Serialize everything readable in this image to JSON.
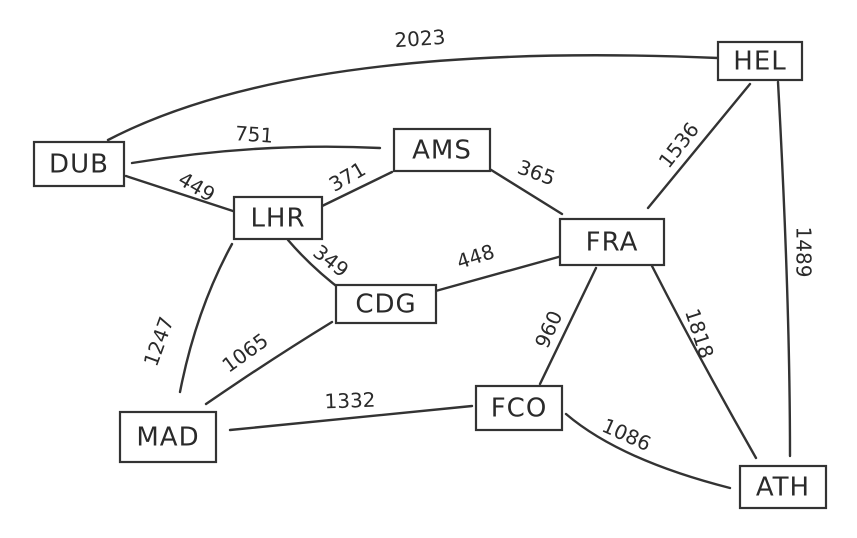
{
  "nodes": [
    {
      "id": "HEL",
      "label": "HEL"
    },
    {
      "id": "DUB",
      "label": "DUB"
    },
    {
      "id": "AMS",
      "label": "AMS"
    },
    {
      "id": "LHR",
      "label": "LHR"
    },
    {
      "id": "FRA",
      "label": "FRA"
    },
    {
      "id": "CDG",
      "label": "CDG"
    },
    {
      "id": "MAD",
      "label": "MAD"
    },
    {
      "id": "FCO",
      "label": "FCO"
    },
    {
      "id": "ATH",
      "label": "ATH"
    }
  ],
  "edges": [
    {
      "from": "DUB",
      "to": "HEL",
      "label": "2023"
    },
    {
      "from": "DUB",
      "to": "AMS",
      "label": "751"
    },
    {
      "from": "DUB",
      "to": "LHR",
      "label": "449"
    },
    {
      "from": "LHR",
      "to": "AMS",
      "label": "371"
    },
    {
      "from": "AMS",
      "to": "FRA",
      "label": "365"
    },
    {
      "from": "FRA",
      "to": "HEL",
      "label": "1536"
    },
    {
      "from": "HEL",
      "to": "ATH",
      "label": "1489"
    },
    {
      "from": "LHR",
      "to": "CDG",
      "label": "349"
    },
    {
      "from": "CDG",
      "to": "FRA",
      "label": "448"
    },
    {
      "from": "LHR",
      "to": "MAD",
      "label": "1247"
    },
    {
      "from": "MAD",
      "to": "CDG",
      "label": "1065"
    },
    {
      "from": "MAD",
      "to": "FCO",
      "label": "1332"
    },
    {
      "from": "FCO",
      "to": "FRA",
      "label": "960"
    },
    {
      "from": "FRA",
      "to": "ATH",
      "label": "1818"
    },
    {
      "from": "FCO",
      "to": "ATH",
      "label": "1086"
    }
  ]
}
